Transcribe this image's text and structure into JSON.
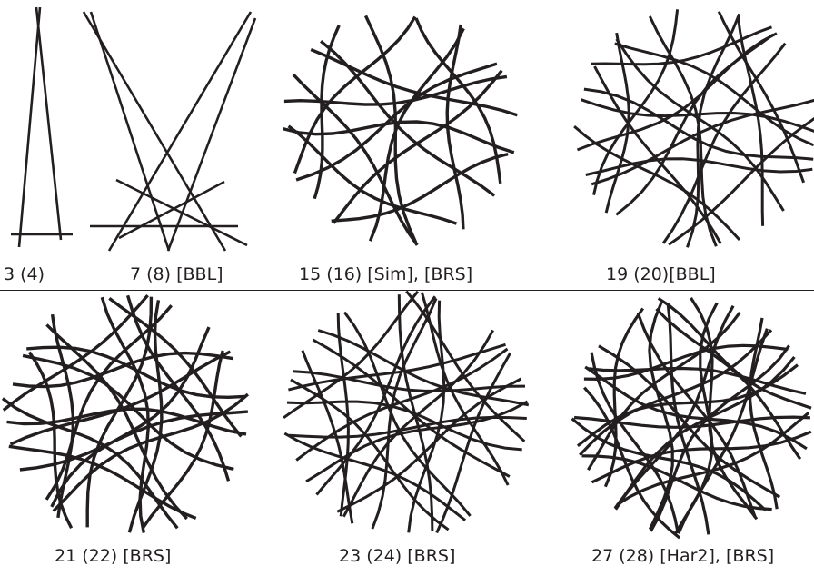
{
  "figures": [
    {
      "id": "fig-3",
      "caption": "3 (4)",
      "lines": 3
    },
    {
      "id": "fig-7",
      "caption": "7 (8)  [BBL]",
      "lines": 7
    },
    {
      "id": "fig-15",
      "caption": "15 (16) [Sim], [BRS]",
      "lines": 15
    },
    {
      "id": "fig-19",
      "caption": "19  (20)[BBL]",
      "lines": 19
    },
    {
      "id": "fig-21",
      "caption": "21 (22) [BRS]",
      "lines": 21
    },
    {
      "id": "fig-23",
      "caption": "23 (24) [BRS]",
      "lines": 23
    },
    {
      "id": "fig-27",
      "caption": "27 (28) [Har2], [BRS]",
      "lines": 27
    }
  ],
  "colors": {
    "ink": "#231f20",
    "background": "#ffffff"
  }
}
